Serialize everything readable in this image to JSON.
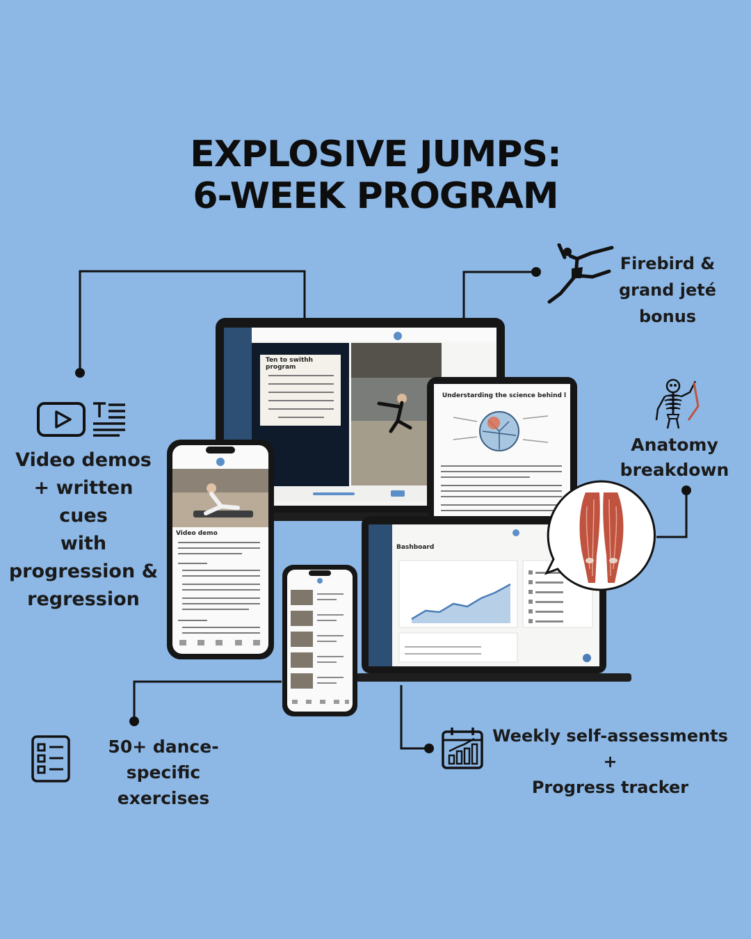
{
  "title": {
    "line1": "EXPLOSIVE JUMPS:",
    "line2": "6-WEEK PROGRAM"
  },
  "features": {
    "video": {
      "icon": "video-play-and-text-icon",
      "lines": [
        "Video demos",
        "+ written cues",
        "with",
        "progression &",
        "regression"
      ]
    },
    "firebird": {
      "icon": "leaping-dancer-icon",
      "lines": [
        "Firebird &",
        "grand jeté",
        "bonus"
      ]
    },
    "anatomy": {
      "icon": "skeleton-icon",
      "lines": [
        "Anatomy",
        "breakdown"
      ]
    },
    "exercises": {
      "icon": "checklist-icon",
      "lines": [
        "50+ dance-specific",
        "exercises"
      ]
    },
    "weekly": {
      "icon": "calendar-chart-icon",
      "lines": [
        "Weekly self-assessments +",
        "Progress tracker"
      ]
    }
  },
  "screens": {
    "laptop_welcome": "Ten to swithh program",
    "tablet_heading": "Understarding the science behind l",
    "phone_video": "Video demo",
    "laptop_dashboard": "Bashboard"
  },
  "colors": {
    "background": "#8db8e6",
    "device_frame": "#161616",
    "accent": "#5b8fc9"
  }
}
